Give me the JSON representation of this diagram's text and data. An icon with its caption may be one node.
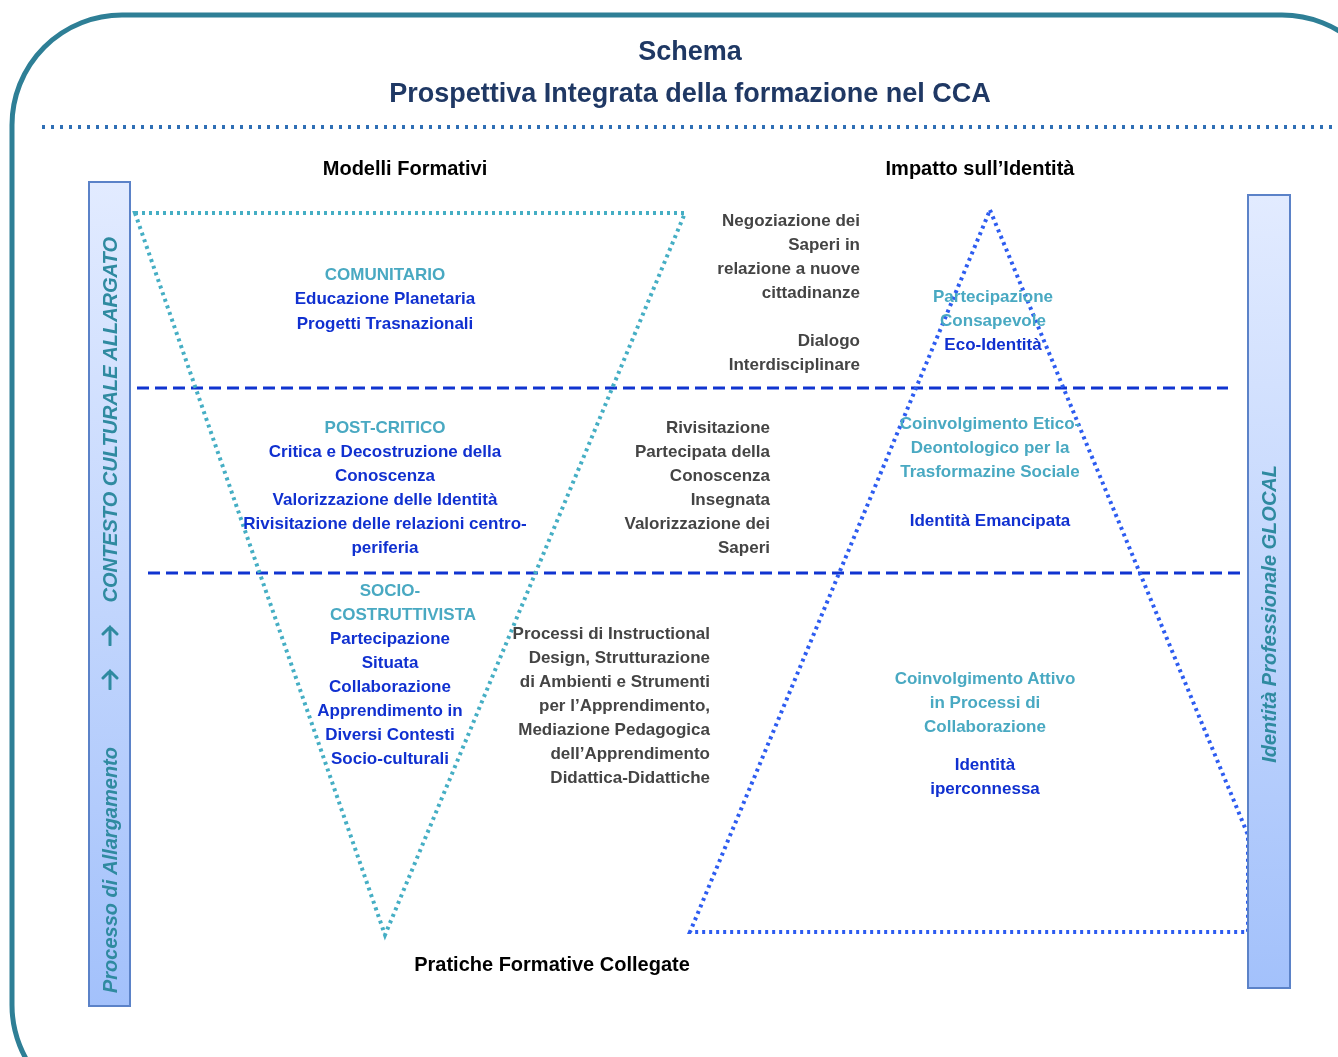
{
  "diagram": {
    "title": "Schema",
    "nodes": [
      {
        "text": [
          "Processo di Allargamento",
          "CONTESTO CULTURALE ALLARGATO"
        ]
      },
      {
        "text": [],
        "shape": "triangle"
      },
      {
        "text": [],
        "shape": "triangle"
      },
      {
        "text": [
          "Identità Professionale GLOCAL"
        ]
      }
    ],
    "edges": [],
    "labels": [
      "Prospettiva Integrata della formazione nel CCA",
      "Modelli Formativi",
      "Impatto sull’Identità",
      "COMUNITARIO",
      "Educazione Planetaria",
      "Progetti Trasnazionali",
      "Negoziazione dei Saperi in relazione a nuove cittadinanze",
      "Dialogo Interdisciplinare",
      "Partecipazione Consapevole",
      "Eco-Identità",
      "POST-CRITICO",
      "Critica e Decostruzione della Conoscenza",
      "Valorizzazione delle Identità",
      "Rivisitazione delle relazioni centro-periferia",
      "Rivisitazione Partecipata della Conoscenza Insegnata",
      "Valorizzazione dei Saperi",
      "Coinvolgimento Etico-Deontologico per la Trasformazine Sociale",
      "Identità Emancipata",
      "SOCIO-COSTRUTTIVISTA",
      "Partecipazione Situata",
      "Collaborazione",
      "Apprendimento in Diversi Contesti Socio-culturali",
      "Processi di Instructional Design, Strutturazione di Ambienti e Strumenti per l’Apprendimento, Mediazione Pedagogica dell’Apprendimento Didattica-Didattiche",
      "Coinvolgimento Attivo in Processi di Collaborazione",
      "Identità iperconnessa",
      "Pratiche Formative Collegate"
    ]
  }
}
